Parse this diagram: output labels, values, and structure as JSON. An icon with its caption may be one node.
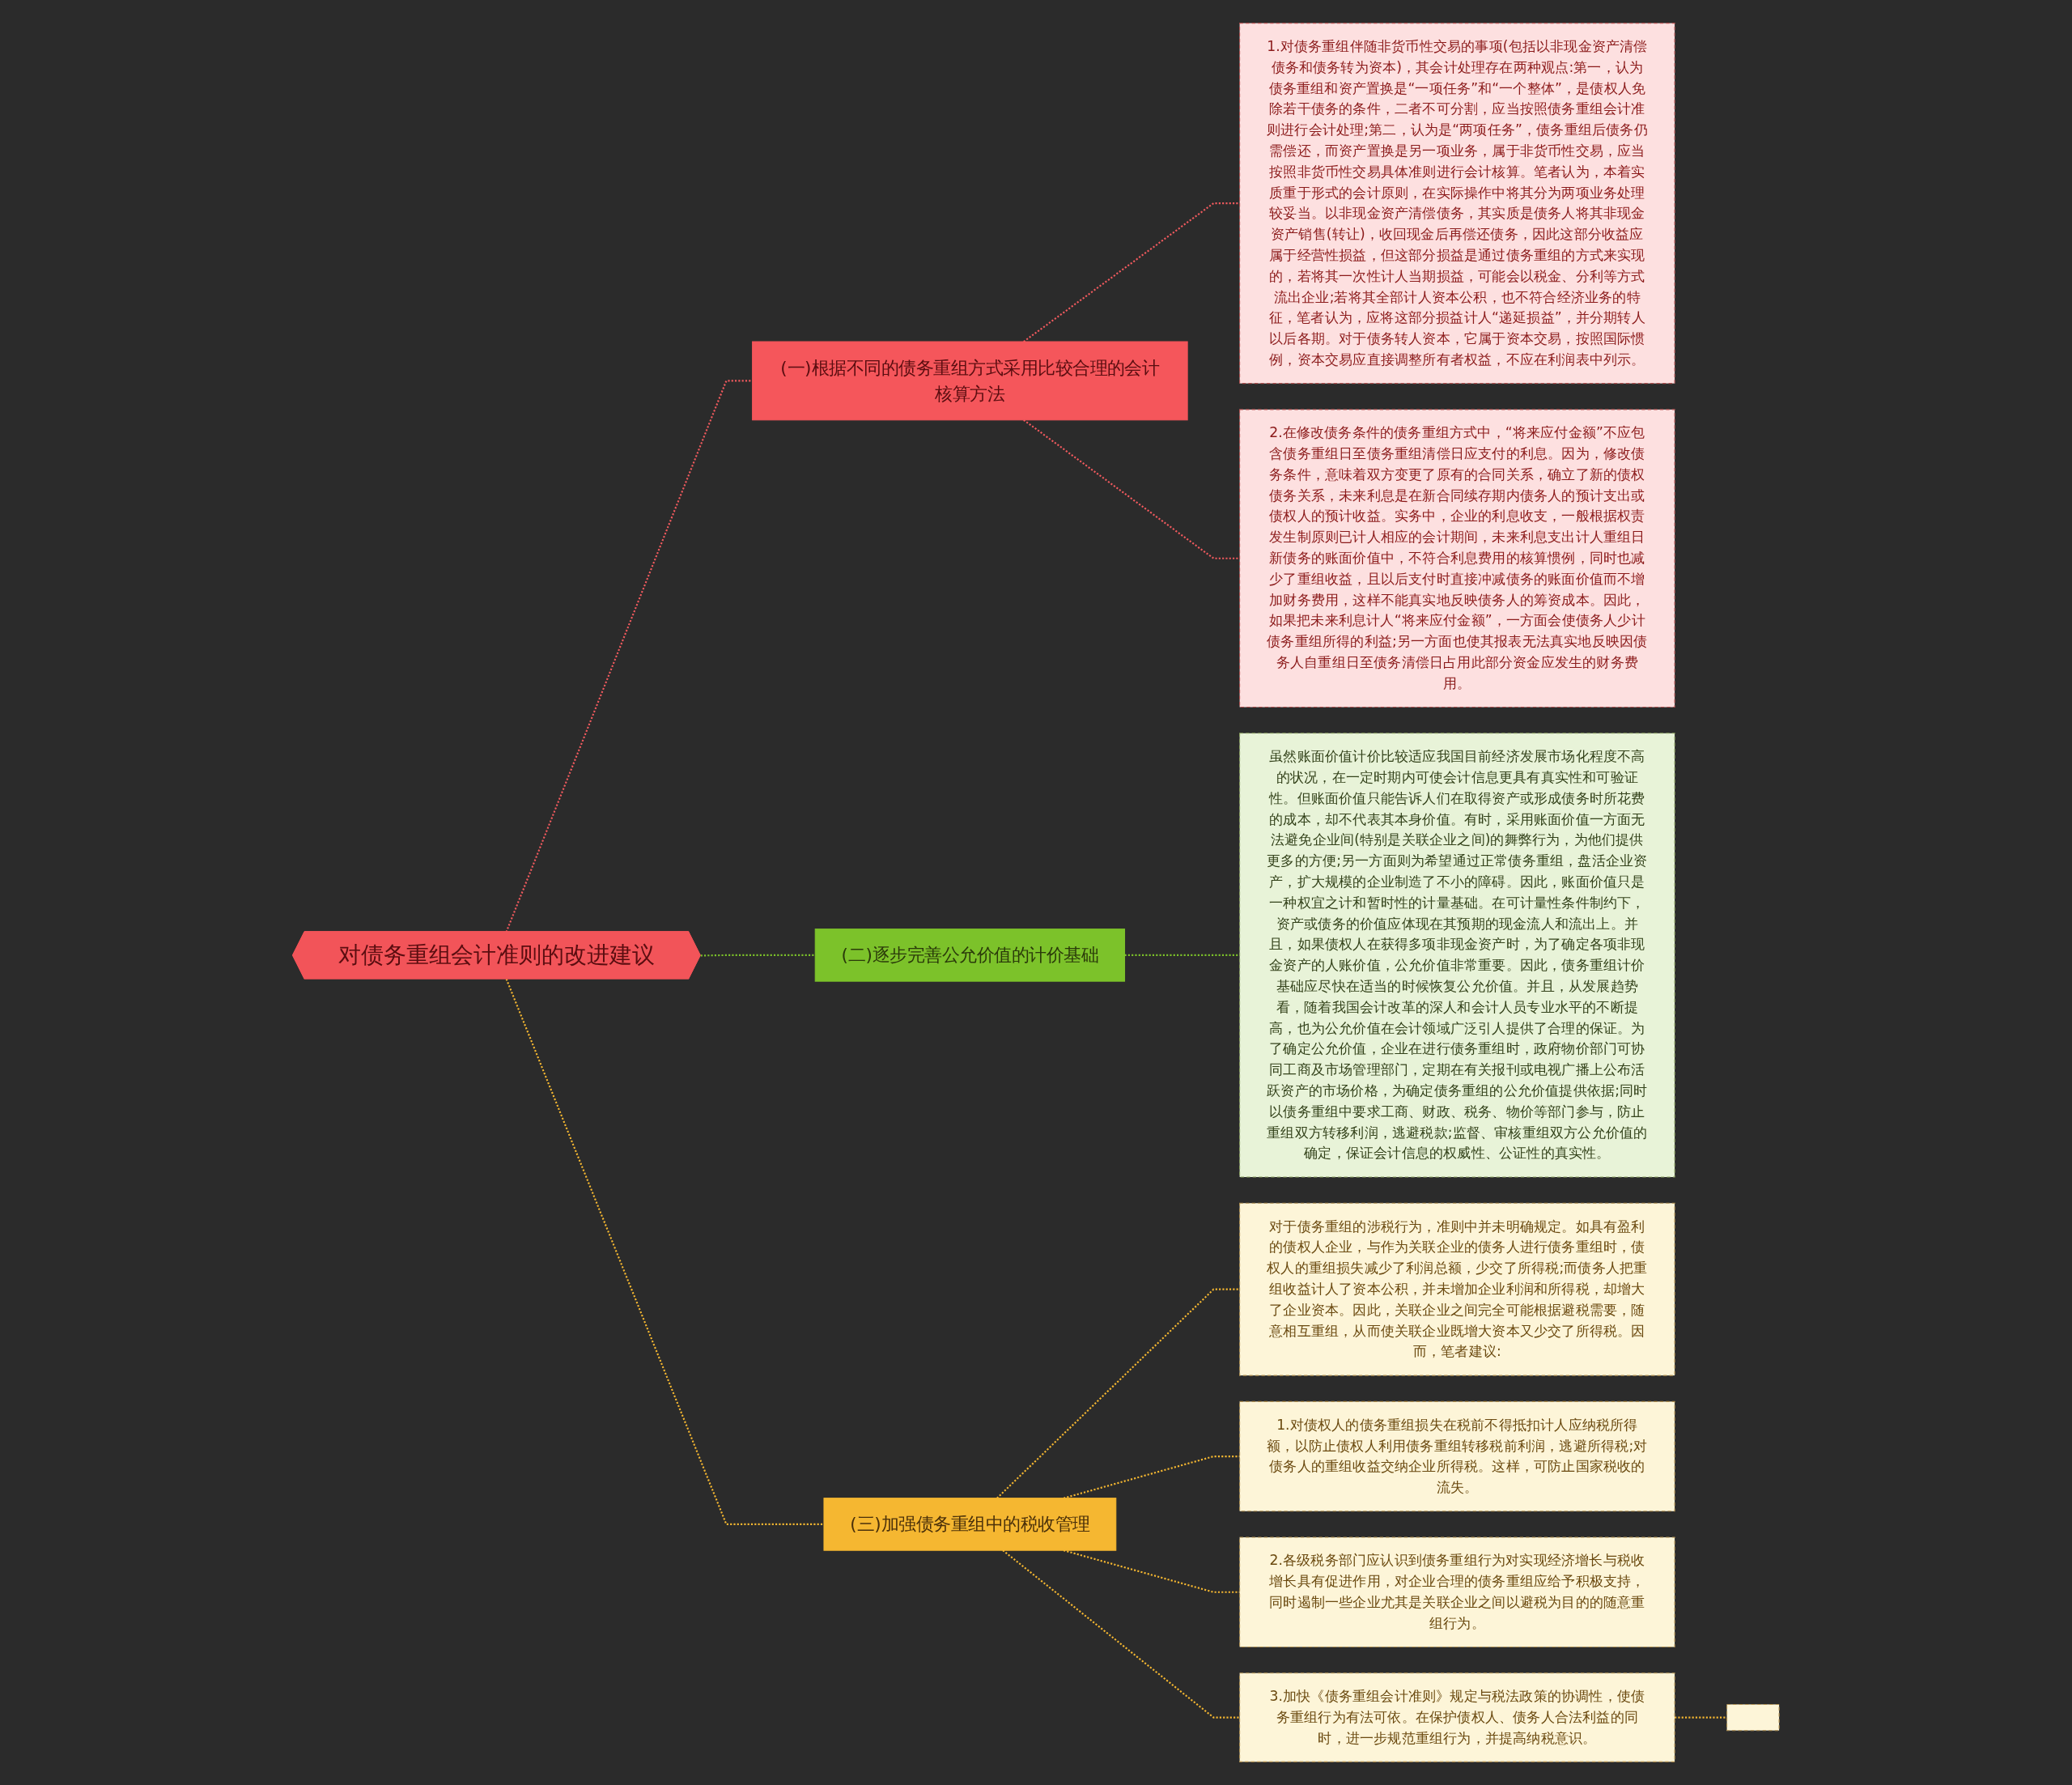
{
  "diagram": {
    "nodes": [
      {
        "text": [
          "对债务重组会计准则的改进建议"
        ]
      },
      {
        "text": [
          "(一)根据不同的债务重组方式采用比较合理的会计核算方法"
        ]
      },
      {
        "text": [
          "1.对债务重组伴随非货币性交易的事项(包括以非现金资产清偿债务和债务转为资本)，其会计处理存在两种观点:第一，认为债务重组和资产置换是“一项任务”和“一个整体”，是债权人免除若干债务的条件，二者不可分割，应当按照债务重组会计准则进行会计处理;第二，认为是“两项任务”，债务重组后债务仍需偿还，而资产置换是另一项业务，属于非货币性交易，应当按照非货币性交易具体准则进行会计核算。笔者认为，本着实质重于形式的会计原则，在实际操作中将其分为两项业务处理较妥当。以非现金资产清偿债务，其实质是债务人将其非现金资产销售(转让)，收回现金后再偿还债务，因此这部分收益应属于经营性损益，但这部分损益是通过债务重组的方式来实现的，若将其一次性计人当期损益，可能会以税金、分利等方式流出企业;若将其全部计人资本公积，也不符合经济业务的特征，笔者认为，应将这部分损益计人“递延损益”，并分期转人以后各期。对于债务转人资本，它属于资本交易，按照国际惯例，资本交易应直接调整所有者权益，不应在利润表中列示。"
        ]
      },
      {
        "text": [
          "2.在修改债务条件的债务重组方式中，“将来应付金额”不应包含债务重组日至债务重组清偿日应支付的利息。因为，修改债务条件，意味着双方变更了原有的合同关系，确立了新的债权债务关系，未来利息是在新合同续存期内债务人的预计支出或债权人的预计收益。实务中，企业的利息收支，一般根据权责发生制原则已计人相应的会计期间，未来利息支出计人重组日新债务的账面价值中，不符合利息费用的核算惯例，同时也减少了重组收益，且以后支付时直接冲减债务的账面价值而不增加财务费用，这样不能真实地反映债务人的筹资成本。因此，如果把未来利息计人“将来应付金额”，一方面会使债务人少计债务重组所得的利益;另一方面也使其报表无法真实地反映因债务人自重组日至债务清偿日占用此部分资金应发生的财务费用。"
        ]
      },
      {
        "text": [
          "(二)逐步完善公允价值的计价基础"
        ]
      },
      {
        "text": [
          "虽然账面价值计价比较适应我国目前经济发展市场化程度不高的状况，在一定时期内可使会计信息更具有真实性和可验证性。但账面价值只能告诉人们在取得资产或形成债务时所花费的成本，却不代表其本身价值。有时，采用账面价值一方面无法避免企业间(特别是关联企业之间)的舞弊行为，为他们提供更多的方便;另一方面则为希望通过正常债务重组，盘活企业资产，扩大规模的企业制造了不小的障碍。因此，账面价值只是一种权宜之计和暂时性的计量基础。在可计量性条件制约下，资产或债务的价值应体现在其预期的现金流人和流出上。并且，如果债权人在获得多项非现金资产时，为了确定各项非现金资产的人账价值，公允价值非常重要。因此，债务重组计价基础应尽快在适当的时候恢复公允价值。并且，从发展趋势看，随着我国会计改革的深人和会计人员专业水平的不断提高，也为公允价值在会计领域广泛引人提供了合理的保证。为了确定公允价值，企业在进行债务重组时，政府物价部门可协同工商及市场管理部门，定期在有关报刊或电视广播上公布活跃资产的市场价格，为确定债务重组的公允价值提供依据;同时以债务重组中要求工商、财政、税务、物价等部门参与，防止重组双方转移利润，逃避税款;监督、审核重组双方公允价值的确定，保证会计信息的权威性、公证性的真实性。"
        ]
      },
      {
        "text": [
          "(三)加强债务重组中的税收管理"
        ]
      },
      {
        "text": [
          "对于债务重组的涉税行为，准则中并未明确规定。如具有盈利的债权人企业，与作为关联企业的债务人进行债务重组时，债权人的重组损失减少了利润总额，少交了所得税;而债务人把重组收益计人了资本公积，并未增加企业利润和所得税，却增大了企业资本。因此，关联企业之间完全可能根据避税需要，随意相互重组，从而使关联企业既增大资本又少交了所得税。因而，笔者建议:"
        ]
      },
      {
        "text": [
          "1.对债权人的债务重组损失在税前不得抵扣计人应纳税所得额，以防止债权人利用债务重组转移税前利润，逃避所得税;对债务人的重组收益交纳企业所得税。这样，可防止国家税收的流失。"
        ]
      },
      {
        "text": [
          "2.各级税务部门应认识到债务重组行为对实现经济增长与税收增长具有促进作用，对企业合理的债务重组应给予积极支持，同时遏制一些企业尤其是关联企业之间以避税为目的的随意重组行为。"
        ]
      },
      {
        "text": [
          "3.加快《债务重组会计准则》规定与税法政策的协调性，使债务重组行为有法可依。在保护债权人、债务人合法利益的同时，进一步规范重组行为，并提高纳税意识。"
        ]
      },
      {
        "text": [],
        "shape": "box"
      }
    ],
    "edges": [
      {
        "from": 0,
        "to": 1,
        "arrow": "none",
        "style": "dashed",
        "color": "#f05a5e"
      },
      {
        "from": 1,
        "to": 2,
        "arrow": "none",
        "style": "dashed",
        "color": "#f05a5e"
      },
      {
        "from": 1,
        "to": 3,
        "arrow": "none",
        "style": "dashed",
        "color": "#f05a5e"
      },
      {
        "from": 0,
        "to": 4,
        "arrow": "none",
        "style": "dashed",
        "color": "#7cc22a"
      },
      {
        "from": 4,
        "to": 5,
        "arrow": "none",
        "style": "dashed",
        "color": "#7cc22a"
      },
      {
        "from": 0,
        "to": 6,
        "arrow": "none",
        "style": "dashed"
      },
      {
        "from": 6,
        "to": 7,
        "arrow": "none",
        "style": "dashed"
      },
      {
        "from": 6,
        "to": 8,
        "arrow": "none",
        "style": "dashed"
      },
      {
        "from": 6,
        "to": 9,
        "arrow": "none",
        "style": "dashed"
      },
      {
        "from": 6,
        "to": 10,
        "arrow": "none",
        "style": "dashed"
      },
      {
        "from": 10,
        "to": 11,
        "arrow": "none",
        "style": "dashed"
      }
    ]
  }
}
